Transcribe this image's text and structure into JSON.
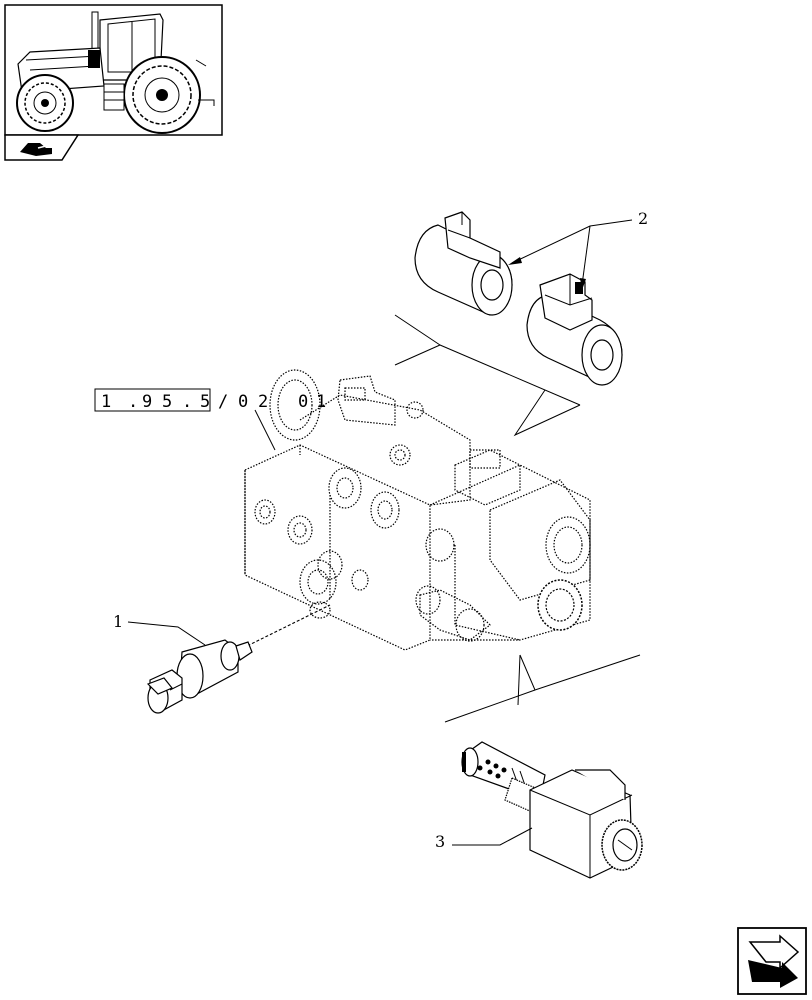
{
  "reference_code": {
    "chars": [
      "1",
      ".",
      "9",
      "5",
      ".",
      "5",
      "/",
      "0",
      "2",
      "0",
      "1"
    ]
  },
  "callouts": [
    {
      "id": "1",
      "label": "1"
    },
    {
      "id": "2",
      "label": "2"
    },
    {
      "id": "3",
      "label": "3"
    }
  ],
  "icons": {
    "thumbnail": "tractor-thumbnail-icon",
    "section": "hydraulics-section-icon",
    "nav": "next-page-arrow-icon"
  }
}
